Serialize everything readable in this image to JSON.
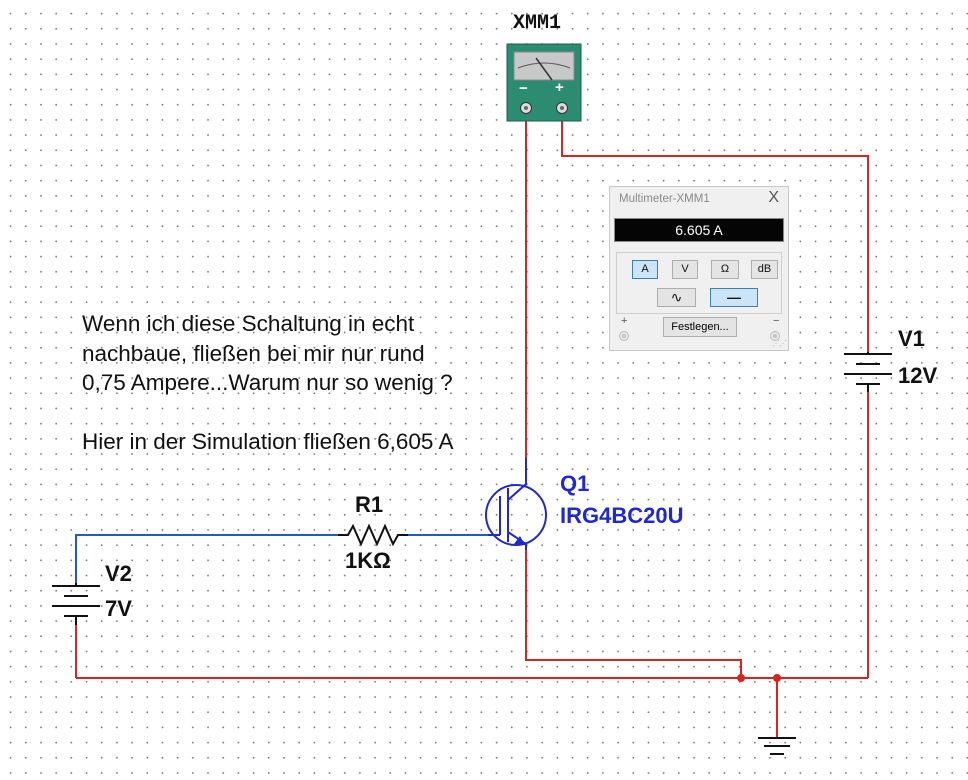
{
  "labels": {
    "xmm1": "XMM1",
    "v1_name": "V1",
    "v1_value": "12V",
    "v2_name": "V2",
    "v2_value": "7V",
    "r1_name": "R1",
    "r1_value": "1KΩ",
    "q1_name": "Q1",
    "q1_model": "IRG4BC20U",
    "meter_minus": "−",
    "meter_plus": "+"
  },
  "note": {
    "line1": "Wenn ich diese Schaltung in echt",
    "line2": "nachbaue, fließen bei mir nur rund",
    "line3": "0,75 Ampere...Warum nur so wenig ?",
    "line4": "Hier in der Simulation fließen 6,605 A"
  },
  "multimeter": {
    "title": "Multimeter-XMM1",
    "close": "X",
    "display": "6.605 A",
    "buttons": [
      "A",
      "V",
      "Ω",
      "dB"
    ],
    "selected": "A",
    "ac_symbol": "∿",
    "dc_symbol": "—",
    "set_button": "Festlegen...",
    "plus": "+",
    "minus": "−"
  },
  "colors": {
    "wire_red": "#dd2222",
    "wire_blue": "#1f5bd0",
    "component_blue": "#1f28d6",
    "component_black": "#111111"
  }
}
